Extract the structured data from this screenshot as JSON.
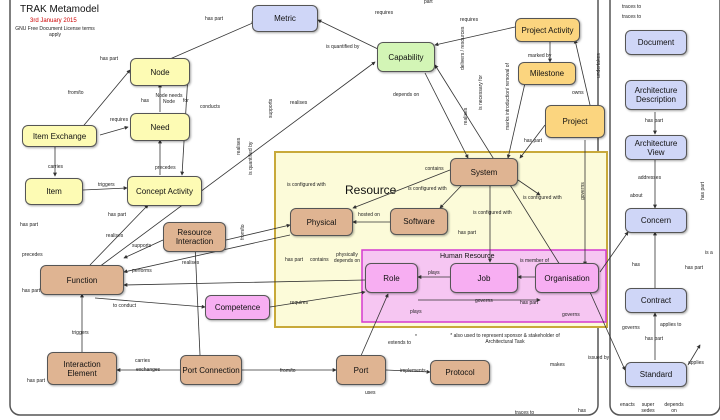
{
  "header": {
    "title": "TRAK Metamodel",
    "date": "3rd January 2015",
    "license": "GNU Free Document License terms apply"
  },
  "colors": {
    "blue": "#cfd6f7",
    "yellow": "#fdfbb4",
    "green": "#d3f5b6",
    "orange": "#fbd57f",
    "tan": "#dfb492",
    "pink": "#f7aef2",
    "resource_bg": "#fcfbd9",
    "resource_border": "#c8a93a",
    "hr_bg": "#f6c6f2",
    "hr_border": "#d43bd0"
  },
  "groups": {
    "resource": "Resource",
    "human_resource": "Human Resource"
  },
  "nodes": {
    "metric": "Metric",
    "capability": "Capability",
    "project_activity": "Project Activity",
    "milestone": "Milestone",
    "project": "Project",
    "node": "Node",
    "need": "Need",
    "item_exchange": "Item Exchange",
    "item": "Item",
    "concept_activity": "Concept Activity",
    "system": "System",
    "physical": "Physical",
    "software": "Software",
    "resource_interaction": "Resource Interaction",
    "function": "Function",
    "role": "Role",
    "job": "Job",
    "organisation": "Organisation",
    "competence": "Competence",
    "interaction_element": "Interaction Element",
    "port_connection": "Port Connection",
    "port": "Port",
    "protocol": "Protocol",
    "document": "Document",
    "architecture_description": "Architecture Description",
    "architecture_view": "Architecture View",
    "concern": "Concern",
    "contract": "Contract",
    "standard": "Standard"
  },
  "labels": {
    "has_part": "has part",
    "requires": "requires",
    "is_quantified_by": "is quantified by",
    "delivers_resources": "delivers / resources",
    "undertakes": "undertakes",
    "is_necessary_for": "is necessary for",
    "marked_by": "marked by",
    "owns": "owns",
    "marks_intro": "marks introduction/ removal of",
    "depends_on": "depends on",
    "realises": "realises",
    "from_to": "from/to",
    "has": "has",
    "for": "for",
    "node_needs_node": "Node needs Node",
    "conducts": "conducts",
    "supports": "supports",
    "carries": "carries",
    "triggers": "triggers",
    "precedes": "precedes",
    "contains": "contains",
    "is_configured_with": "is configured with",
    "hosted_on": "hosted on",
    "physically_depends_on": "physically depends on",
    "performs": "performs",
    "is_member_of": "is member of",
    "plays": "plays",
    "governs": "governs",
    "to_conduct": "to conduct",
    "extends_to": "extends to",
    "exchanges": "exchanges",
    "implements": "implements",
    "uses": "uses",
    "makes": "makes",
    "issued_by": "issued by",
    "traces_to": "traces to",
    "addresses": "addresses",
    "about": "about",
    "is_a": "is a",
    "part": "part",
    "enacts": "enacts",
    "supersedes": "super sedes",
    "applies": "applies",
    "applies_to": "applies to",
    "to": "to",
    "is_quantified_by_2": "is quantified by",
    "note": "* also used to represent sponsor & stakeholder of Architectural Task",
    "star": "*"
  }
}
